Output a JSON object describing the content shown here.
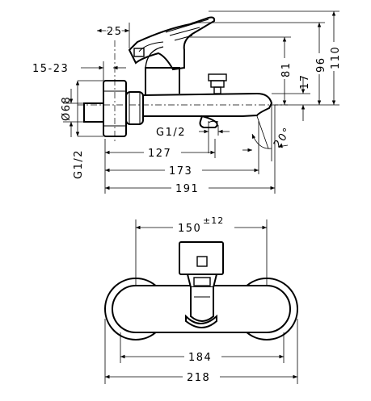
{
  "side_view": {
    "dims": {
      "d25": "25",
      "d15_23": "15-23",
      "d68": "Ø68",
      "g12_left": "G1/2",
      "g12_mid": "G1/2",
      "d127": "127",
      "d173": "173",
      "d191": "191",
      "d81": "81",
      "d17": "17",
      "d96": "96",
      "d110": "110",
      "d20deg": "20°"
    }
  },
  "front_view": {
    "dims": {
      "d150": "150",
      "d150_tol": "±12",
      "d184": "184",
      "d218": "218"
    }
  }
}
